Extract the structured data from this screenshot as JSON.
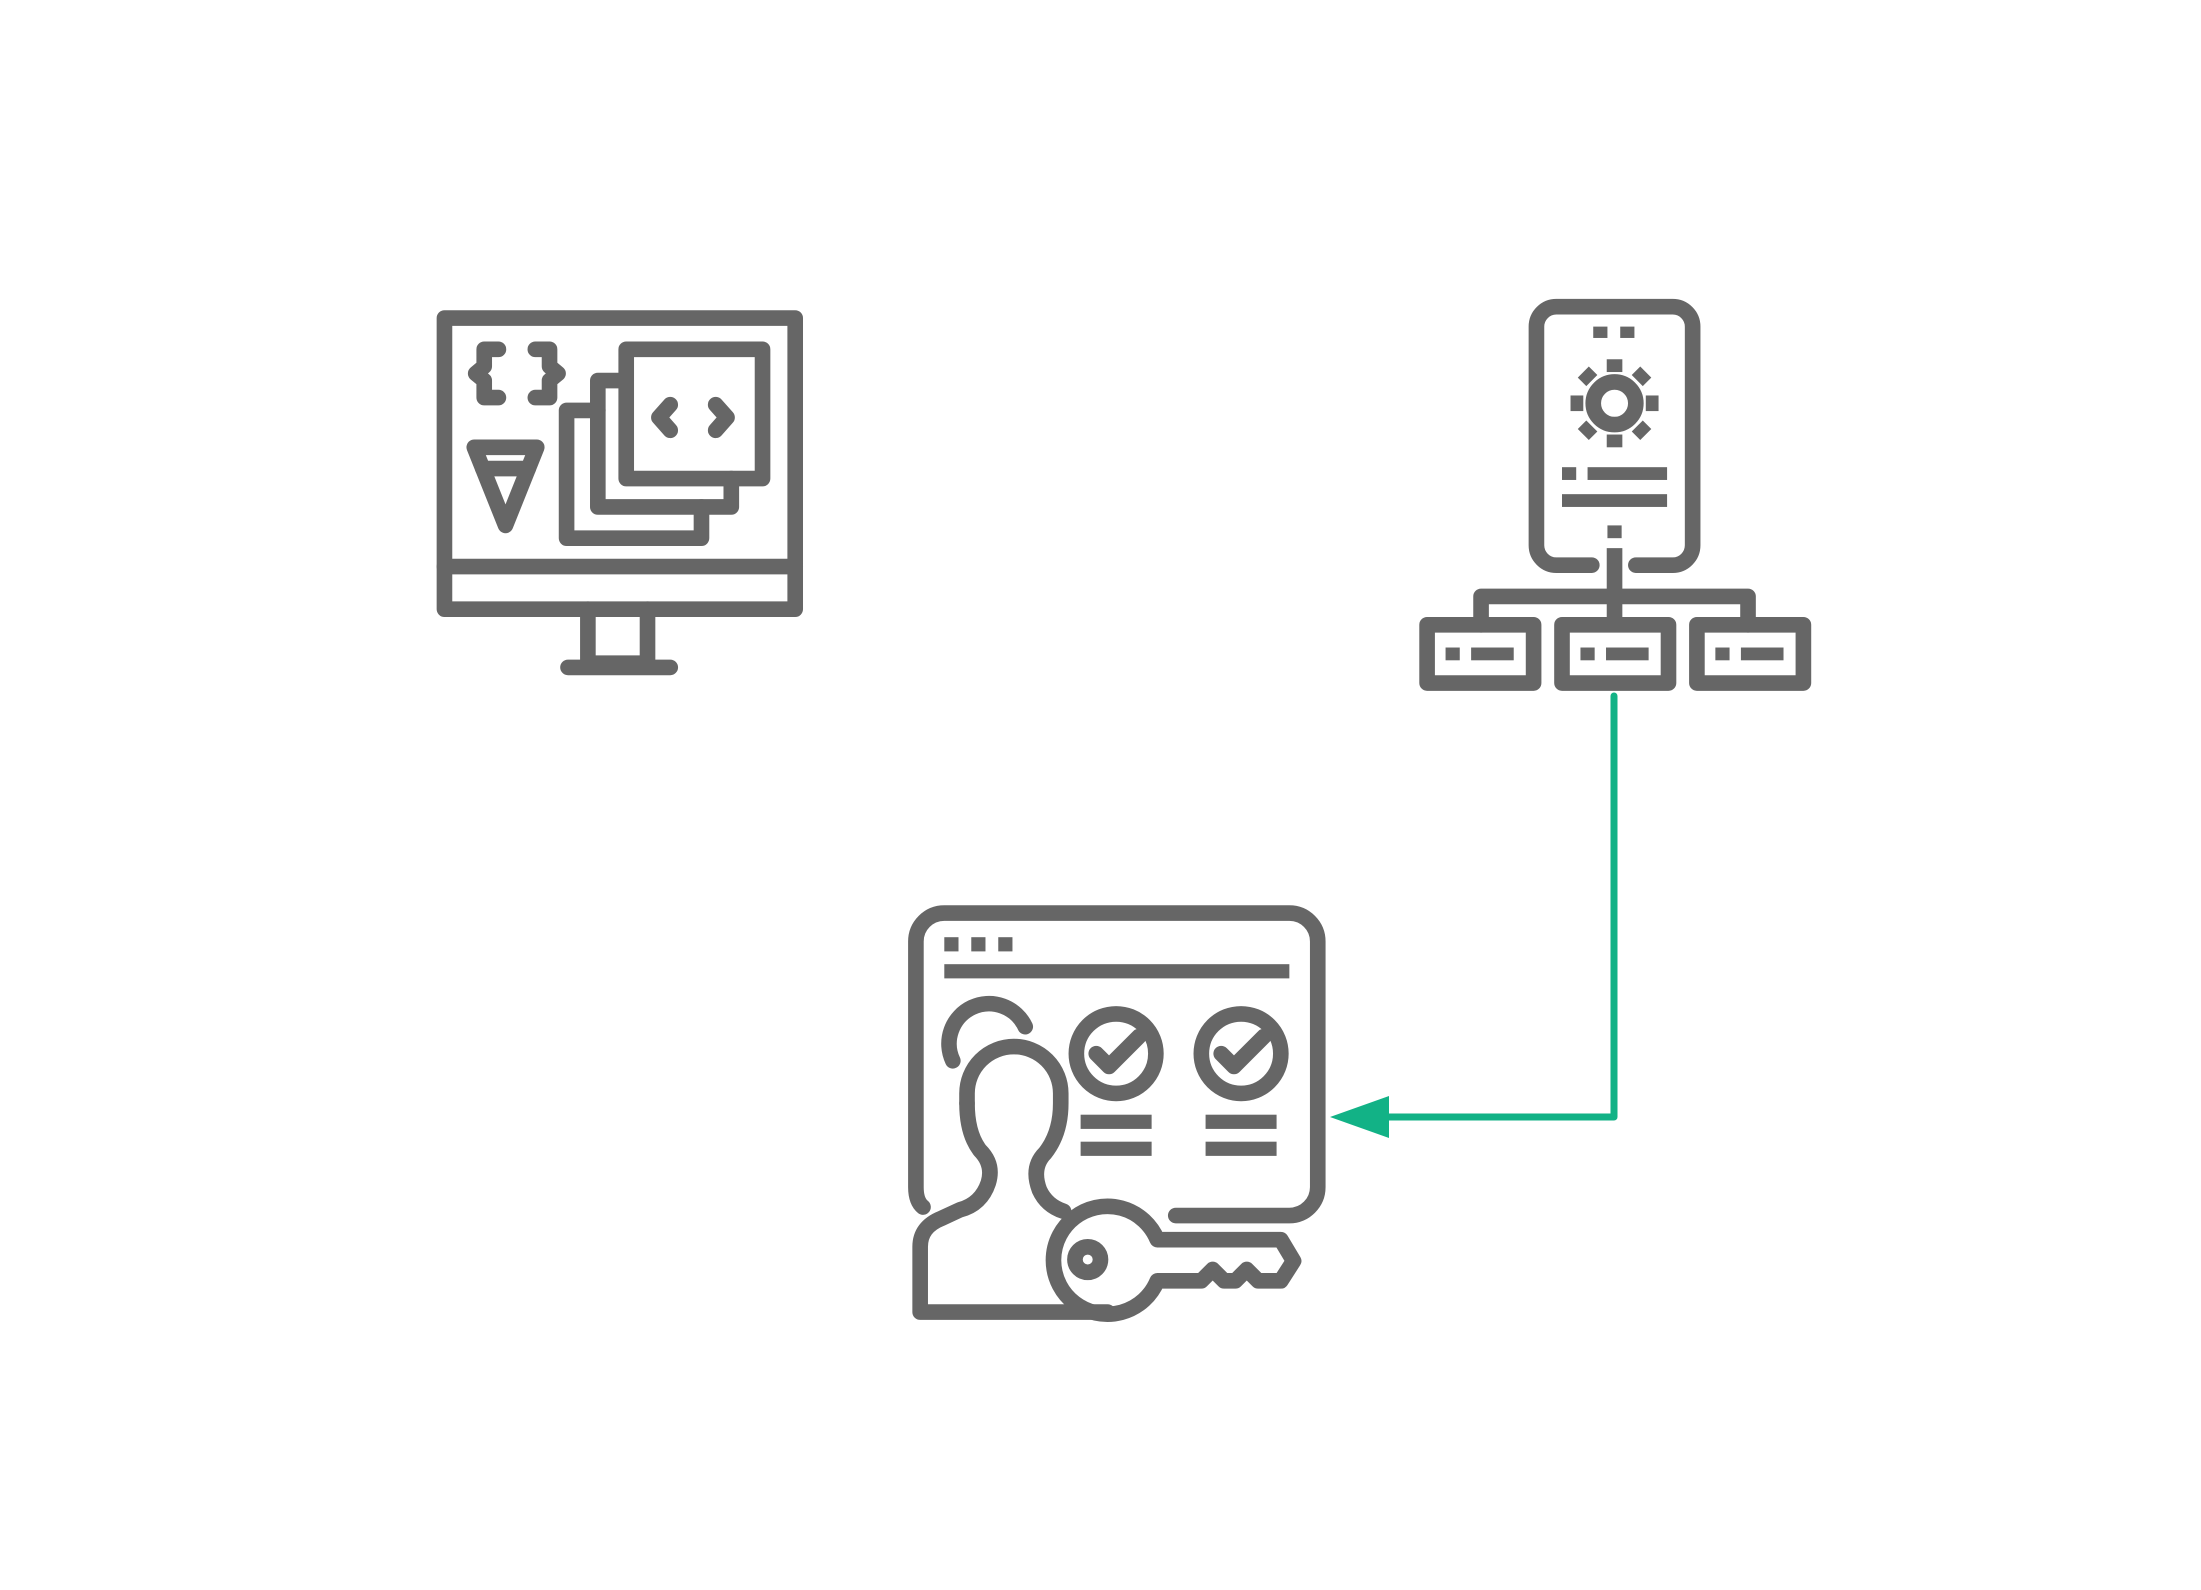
{
  "diagram": {
    "nodes": [
      {
        "id": "developer-workstation",
        "icon": "code-editor-monitor-icon"
      },
      {
        "id": "server-network",
        "icon": "server-network-icon"
      },
      {
        "id": "identity-access",
        "icon": "identity-key-access-icon"
      }
    ],
    "edges": [
      {
        "from": "server-network",
        "to": "identity-access",
        "style": "arrow"
      }
    ]
  },
  "colors": {
    "icon_stroke": "#666666",
    "connector": "#12b286",
    "background": "#ffffff"
  }
}
